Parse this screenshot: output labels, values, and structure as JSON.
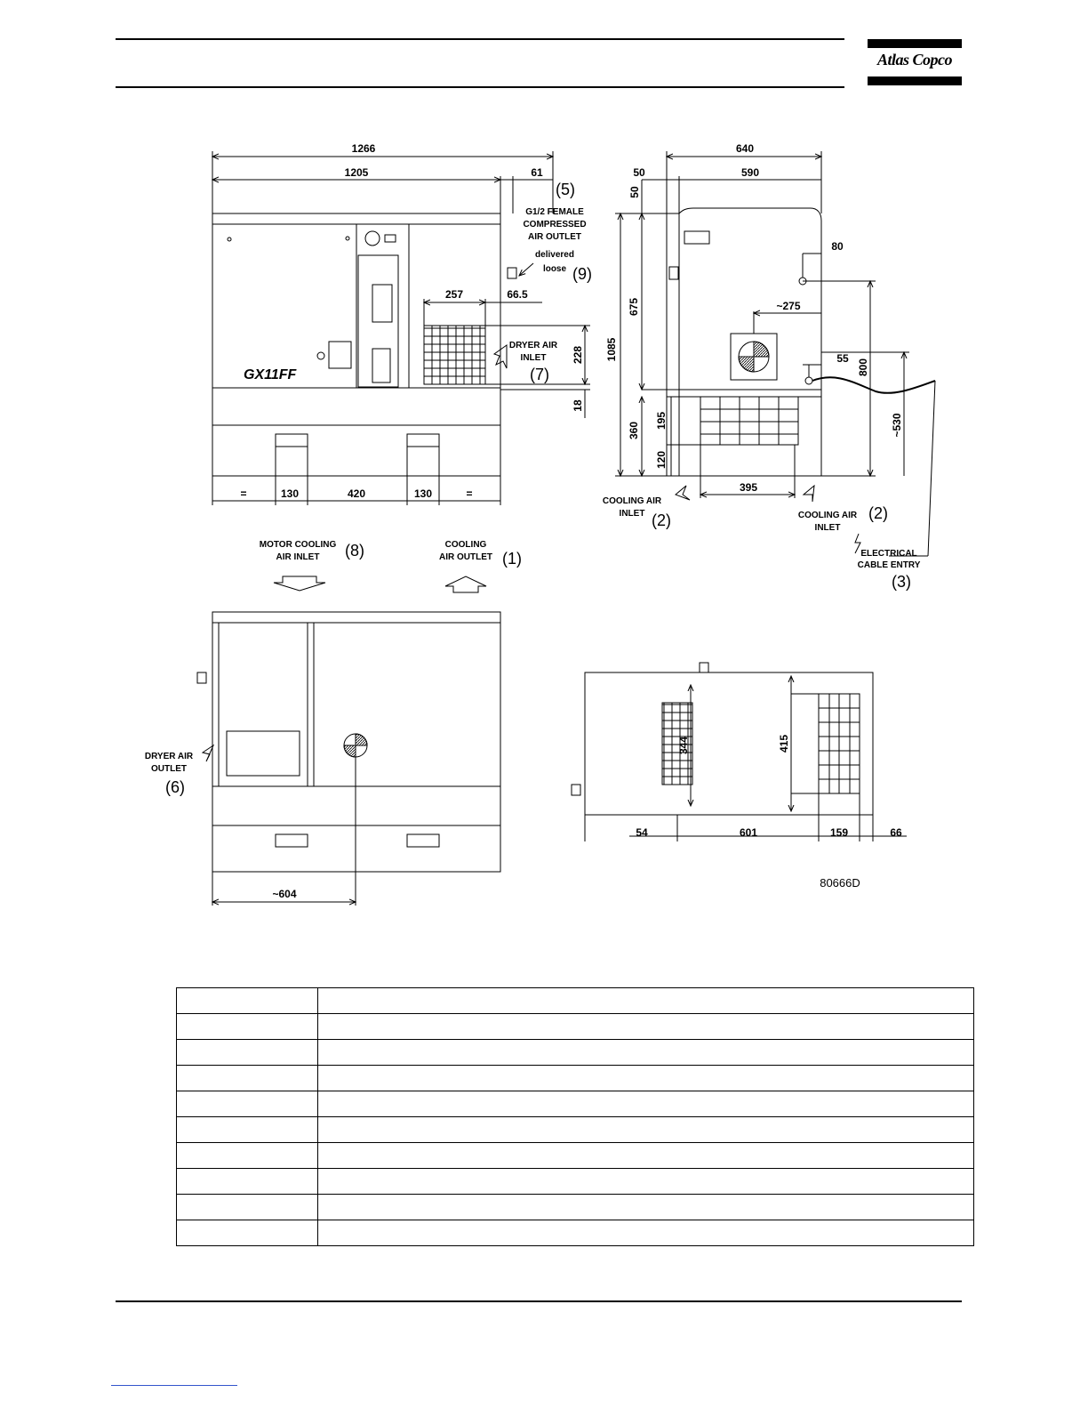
{
  "header": {
    "logo_text": "Atlas Copco"
  },
  "drawing": {
    "front_view": {
      "dims": {
        "overall": "1266",
        "body": "1205",
        "outlet_offset": "61",
        "panel": "257",
        "outlet_dist": "66.5",
        "panel_h": "228",
        "panel_base": "18",
        "eq_left": "=",
        "foot_1": "130",
        "foot_gap": "420",
        "foot_2": "130",
        "eq_right": "="
      },
      "model": "GX11FF",
      "labels": {
        "outlet": [
          "G1/2  FEMALE",
          "COMPRESSED",
          "AIR OUTLET"
        ],
        "ref_outlet": "(5)",
        "loose": [
          "delivered",
          "loose"
        ],
        "ref_loose": "(9)",
        "dryer_inlet": [
          "DRYER AIR",
          "INLET"
        ],
        "ref_dryer_inlet": "(7)",
        "motor_cooling": [
          "MOTOR COOLING",
          "AIR INLET"
        ],
        "ref_motor_cooling": "(8)",
        "cooling_outlet": [
          "COOLING",
          "AIR OUTLET"
        ],
        "ref_cooling_outlet": "(1)"
      }
    },
    "side_view": {
      "dims": {
        "overall": "640",
        "top_offset": "50",
        "depth": "590",
        "top_h": "50",
        "total_h": "1085",
        "upper_h": "675",
        "base_h": "360",
        "grill_h": "195",
        "foot_h": "120",
        "outlet_x": "80",
        "fan": "~275",
        "cable_x": "55",
        "outlet_h": "800",
        "cable_h": "~530",
        "grill_w": "395"
      },
      "labels": {
        "cooling_inlet_left": [
          "COOLING AIR",
          "INLET"
        ],
        "ref_left": "(2)",
        "cooling_inlet_right": [
          "COOLING AIR",
          "INLET"
        ],
        "ref_right": "(2)",
        "cable": [
          "ELECTRICAL",
          "CABLE ENTRY"
        ],
        "ref_cable": "(3)"
      }
    },
    "rear_view": {
      "dims": {
        "fan_pos": "~604"
      },
      "labels": {
        "dryer_outlet": [
          "DRYER AIR",
          "OUTLET"
        ],
        "ref_dryer_outlet": "(6)"
      }
    },
    "top_view": {
      "dims": {
        "left_grill": "344",
        "right_grill": "415",
        "d54": "54",
        "d601": "601",
        "d159": "159",
        "d66": "66"
      },
      "drawing_no": "80666D"
    }
  },
  "table": {
    "rows": 10,
    "columns": 2
  }
}
